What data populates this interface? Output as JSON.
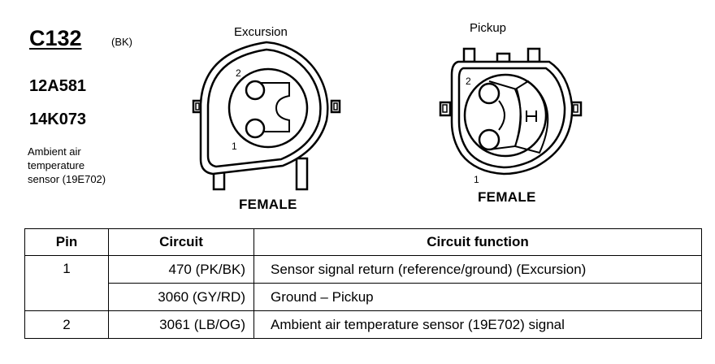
{
  "connector": {
    "id": "C132",
    "color_code": "(BK)",
    "part_numbers": [
      "12A581",
      "14K073"
    ],
    "description_lines": [
      "Ambient air",
      "temperature",
      "sensor (19E702)"
    ]
  },
  "views": [
    {
      "title": "Excursion",
      "gender": "FEMALE",
      "pin_labels": [
        "2",
        "1"
      ]
    },
    {
      "title": "Pickup",
      "gender": "FEMALE",
      "pin_labels": [
        "2",
        "1"
      ]
    }
  ],
  "table": {
    "headers": [
      "Pin",
      "Circuit",
      "Circuit function"
    ],
    "rows": [
      {
        "pin": "1",
        "circuit": "470 (PK/BK)",
        "function": "Sensor signal return (reference/ground) (Excursion)"
      },
      {
        "pin": "",
        "circuit": "3060 (GY/RD)",
        "function": "Ground – Pickup"
      },
      {
        "pin": "2",
        "circuit": "3061 (LB/OG)",
        "function": "Ambient air temperature sensor (19E702) signal"
      }
    ]
  }
}
